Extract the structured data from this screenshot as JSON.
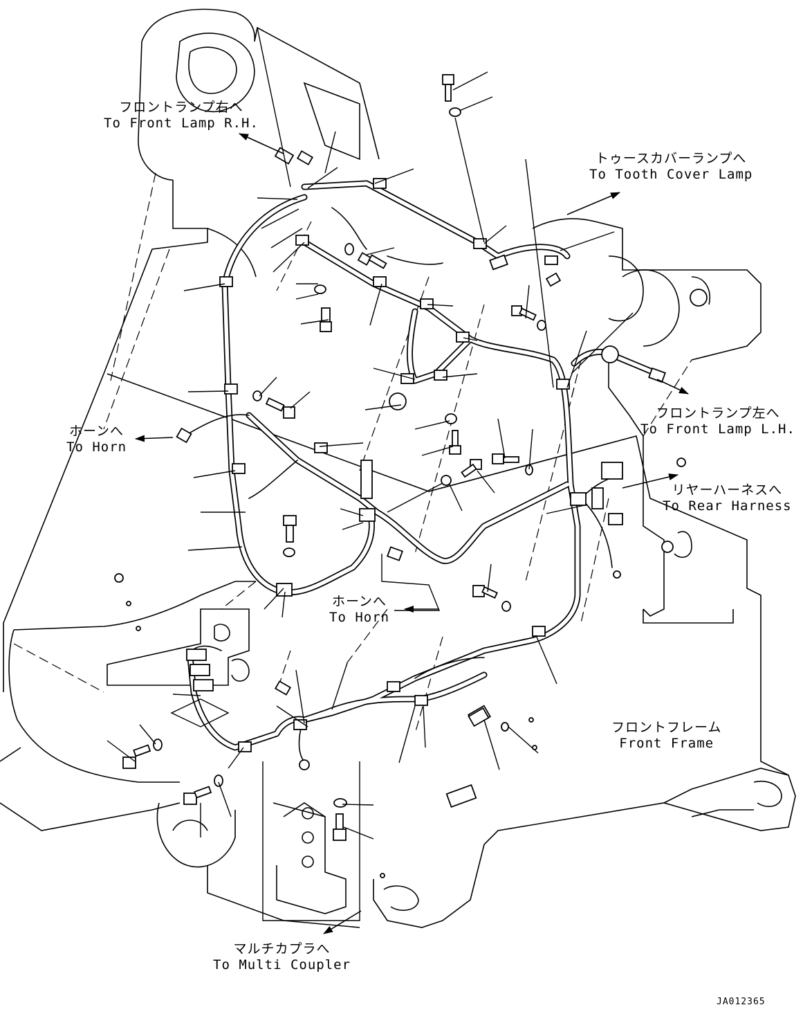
{
  "callouts": {
    "front_lamp_rh": {
      "jp": "フロントランプ右へ",
      "en": "To Front Lamp R.H."
    },
    "tooth_cover_lamp": {
      "jp": "トゥースカバーランプへ",
      "en": "To Tooth Cover Lamp"
    },
    "horn_left": {
      "jp": "ホーンへ",
      "en": "To Horn"
    },
    "front_lamp_lh": {
      "jp": "フロントランプ左へ",
      "en": "To Front Lamp L.H."
    },
    "rear_harness": {
      "jp": "リヤーハーネスへ",
      "en": "To Rear Harness"
    },
    "horn_center": {
      "jp": "ホーンへ",
      "en": "To Horn"
    },
    "front_frame": {
      "jp": "フロントフレーム",
      "en": "Front Frame"
    },
    "multi_coupler": {
      "jp": "マルチカプラへ",
      "en": "To Multi Coupler"
    }
  },
  "drawing_code": "JA012365",
  "colors": {
    "ink": "#000000",
    "paper": "#ffffff"
  }
}
